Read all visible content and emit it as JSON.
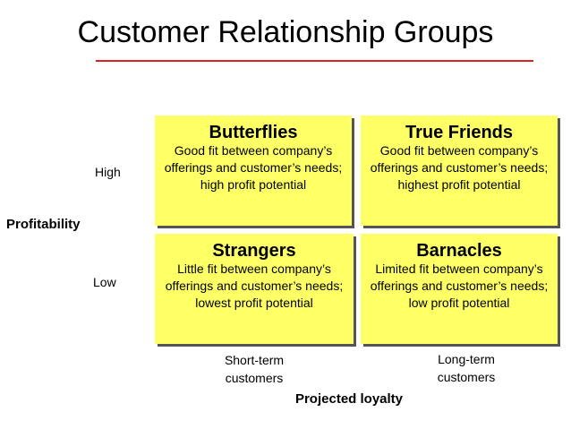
{
  "title": "Customer Relationship Groups",
  "colors": {
    "quadrant": "#ffff66",
    "rule": "#e02020"
  },
  "y_axis": {
    "label": "Profitability",
    "high": "High",
    "low": "Low"
  },
  "x_axis": {
    "label": "Projected loyalty",
    "short": "Short-term customers",
    "long": "Long-term customers"
  },
  "quadrants": {
    "top_left": {
      "title": "Butterflies",
      "description": "Good fit between company’s offerings and customer’s needs; high profit potential"
    },
    "top_right": {
      "title": "True Friends",
      "description": "Good fit between company’s offerings and customer’s needs; highest profit potential"
    },
    "bottom_left": {
      "title": "Strangers",
      "description": "Little fit between company’s offerings and customer’s needs; lowest profit potential"
    },
    "bottom_right": {
      "title": "Barnacles",
      "description": "Limited fit between company’s offerings and customer’s needs; low profit potential"
    }
  }
}
